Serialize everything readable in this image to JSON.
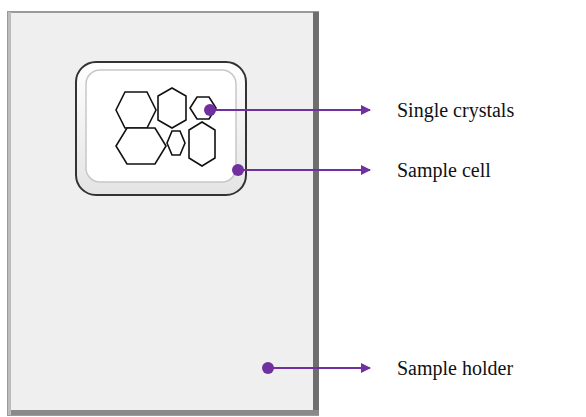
{
  "diagram": {
    "labels": [
      "Single crystals",
      "Sample cell",
      "Sample holder"
    ]
  }
}
